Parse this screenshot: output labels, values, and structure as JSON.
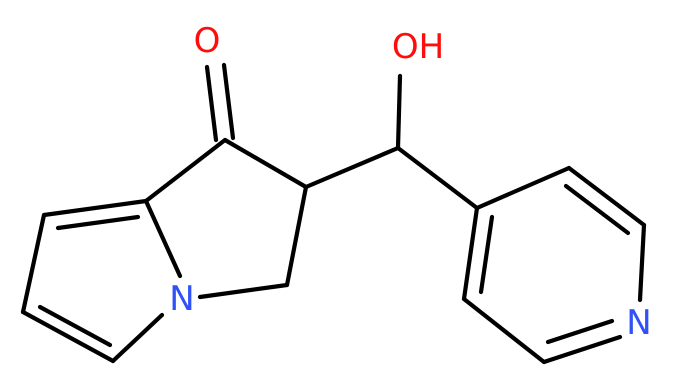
{
  "molecule": {
    "atoms": {
      "oxygen_ketone": {
        "symbol": "O",
        "color": "#ff0d0d"
      },
      "hydroxyl": {
        "symbol": "OH",
        "color": "#ff0d0d"
      },
      "nitrogen_pyrrole": {
        "symbol": "N",
        "color": "#3050f8"
      },
      "nitrogen_pyridine": {
        "symbol": "N",
        "color": "#3050f8"
      }
    },
    "bond_color": "#000000",
    "background": "#ffffff"
  }
}
